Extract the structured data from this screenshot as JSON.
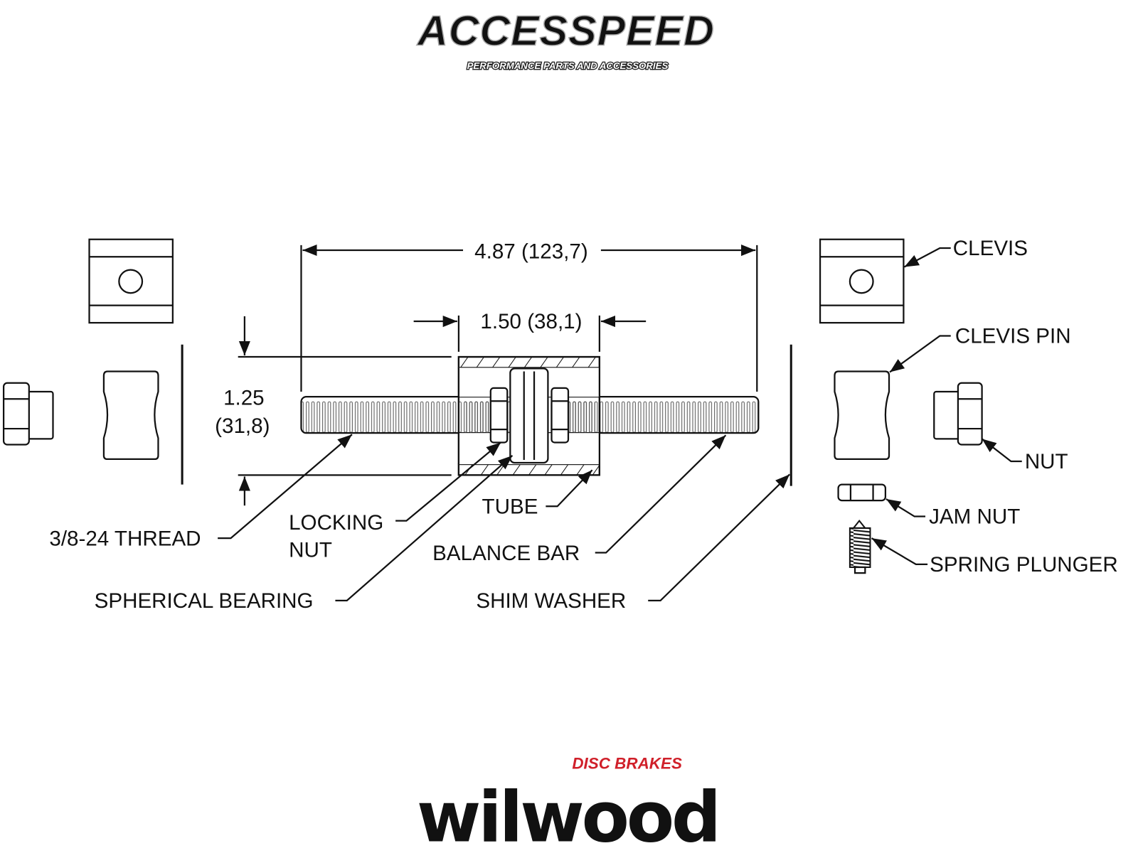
{
  "logos": {
    "top_brand": "ACCESSPEED",
    "top_tagline": "PERFORMANCE PARTS AND ACCESSORIES",
    "bottom_brand": "wilwood",
    "bottom_tagline": "DISC BRAKES"
  },
  "dimensions": {
    "overall_length": "4.87 (123,7)",
    "tube_length": "1.50 (38,1)",
    "tube_diameter_in": "1.25",
    "tube_diameter_mm": "(31,8)"
  },
  "labels": {
    "thread": "3/8-24 THREAD",
    "locking_nut_1": "LOCKING",
    "locking_nut_2": "NUT",
    "spherical_bearing": "SPHERICAL BEARING",
    "tube": "TUBE",
    "balance_bar": "BALANCE BAR",
    "shim_washer": "SHIM WASHER",
    "clevis": "CLEVIS",
    "clevis_pin": "CLEVIS PIN",
    "nut": "NUT",
    "jam_nut": "JAM NUT",
    "spring_plunger": "SPRING PLUNGER"
  },
  "colors": {
    "line": "#111111",
    "brand_red": "#d0202a"
  }
}
